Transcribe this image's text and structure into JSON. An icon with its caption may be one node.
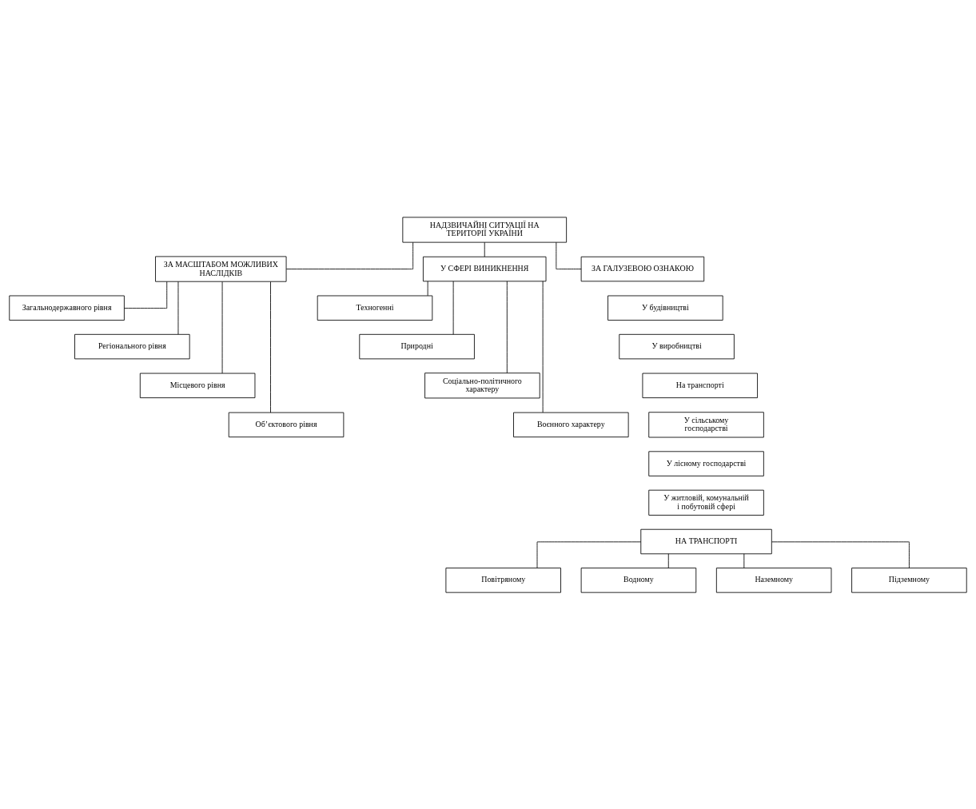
{
  "diagram": {
    "nodes": [
      {
        "text": [
          "НАДЗВИЧАЙНІ СИТУАЦІЇ НА ТЕРИТОРІЇ УКРАЇНИ"
        ]
      },
      {
        "text": [
          "ЗА МАСШТАБОМ МОЖЛИВИХ НАСЛІДКІВ"
        ]
      },
      {
        "text": [
          "У СФЕРІ ВИНИКНЕННЯ"
        ]
      },
      {
        "text": [
          "ЗА ГАЛУЗЕВОЮ ОЗНАКОЮ"
        ]
      },
      {
        "text": [
          "Загальнодержавного рівня"
        ]
      },
      {
        "text": [
          "Регіонального рівня"
        ]
      },
      {
        "text": [
          "Місцевого рівня"
        ]
      },
      {
        "text": [
          "Об’єктового рівня"
        ]
      },
      {
        "text": [
          "Техногенні"
        ]
      },
      {
        "text": [
          "Природні"
        ]
      },
      {
        "text": [
          "Соціально-політичного характеру"
        ]
      },
      {
        "text": [
          "Воєнного характеру"
        ]
      },
      {
        "text": [
          "У будівництві"
        ]
      },
      {
        "text": [
          "У виробництві"
        ]
      },
      {
        "text": [
          "На транспорті"
        ]
      },
      {
        "text": [
          "У сільському господарстві"
        ]
      },
      {
        "text": [
          "У лісному господарстві"
        ]
      },
      {
        "text": [
          "У житловій, комунальній і побутовій сфері"
        ]
      },
      {
        "text": [
          "НА ТРАНСПОРТІ"
        ]
      },
      {
        "text": [
          "Повітряному"
        ]
      },
      {
        "text": [
          "Водному"
        ]
      },
      {
        "text": [
          "Наземному"
        ]
      },
      {
        "text": [
          "Підземному"
        ]
      }
    ],
    "edges": [
      {
        "from": 0,
        "to": 1,
        "arrow": "none"
      },
      {
        "from": 0,
        "to": 2,
        "arrow": "none"
      },
      {
        "from": 0,
        "to": 3,
        "arrow": "none"
      },
      {
        "from": 1,
        "to": 4,
        "arrow": "none"
      },
      {
        "from": 1,
        "to": 5,
        "arrow": "none"
      },
      {
        "from": 1,
        "to": 6,
        "arrow": "none"
      },
      {
        "from": 1,
        "to": 7,
        "arrow": "none"
      },
      {
        "from": 2,
        "to": 8,
        "arrow": "none"
      },
      {
        "from": 2,
        "to": 9,
        "arrow": "none"
      },
      {
        "from": 2,
        "to": 10,
        "arrow": "none"
      },
      {
        "from": 2,
        "to": 11,
        "arrow": "none"
      },
      {
        "from": 18,
        "to": 19,
        "arrow": "none"
      },
      {
        "from": 18,
        "to": 20,
        "arrow": "none"
      },
      {
        "from": 18,
        "to": 21,
        "arrow": "none"
      },
      {
        "from": 18,
        "to": 22,
        "arrow": "none"
      }
    ]
  }
}
